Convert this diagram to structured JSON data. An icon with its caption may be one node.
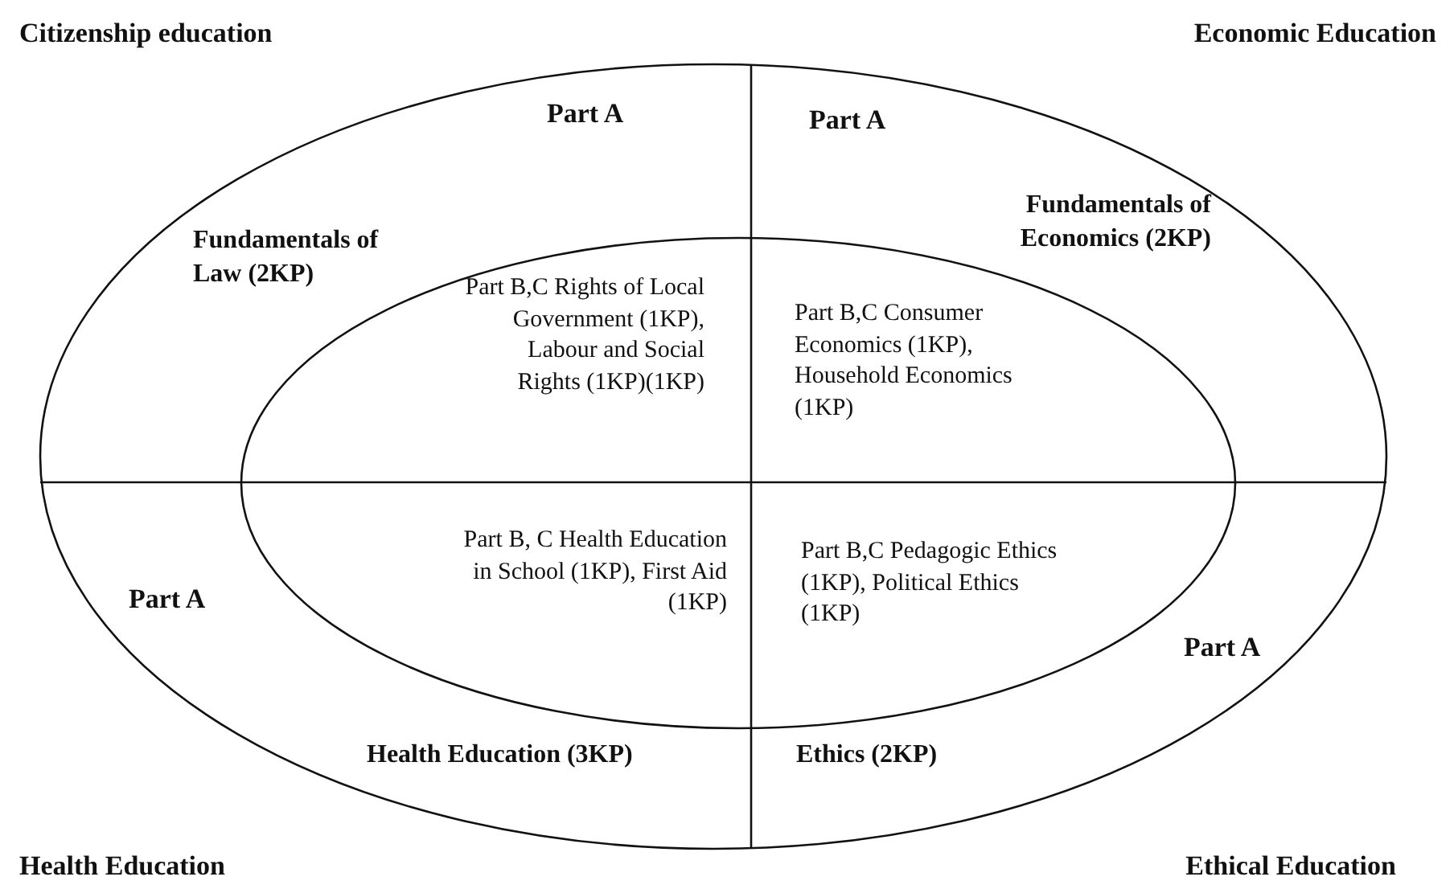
{
  "diagram": {
    "nodes": [
      {
        "text": [
          "Part A",
          "Fundamentals of Law (2KP)",
          "Part A",
          "Fundamentals of Economics (2KP)",
          "Part A",
          "Health Education (3KP)",
          "Part A",
          "Ethics (2KP)"
        ]
      },
      {
        "text": [
          "Part B,C Rights of Local Government (1KP), Labour and Social Rights (1KP)(1KP)",
          "Part B,C Consumer Economics (1KP), Household Economics (1KP)",
          "Part B, C Health Education in School (1KP), First Aid (1KP)",
          "Part B,C Pedagogic Ethics (1KP), Political Ethics (1KP)"
        ],
        "in": 0
      }
    ],
    "edges": [],
    "labels": [
      "Citizenship education",
      "Economic Education",
      "Health Education",
      "Ethical Education"
    ]
  }
}
